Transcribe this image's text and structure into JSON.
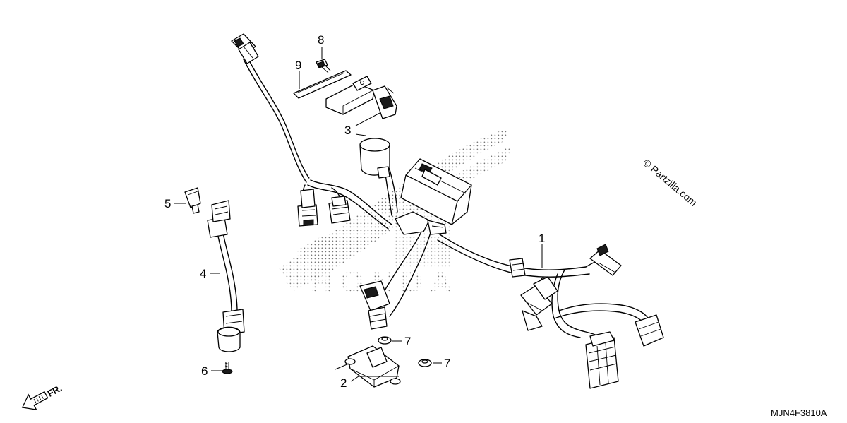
{
  "diagram": {
    "callouts": [
      {
        "id": "1",
        "label": "1"
      },
      {
        "id": "2",
        "label": "2"
      },
      {
        "id": "3",
        "label": "3"
      },
      {
        "id": "4",
        "label": "4"
      },
      {
        "id": "5",
        "label": "5"
      },
      {
        "id": "6",
        "label": "6"
      },
      {
        "id": "7a",
        "label": "7"
      },
      {
        "id": "7b",
        "label": "7"
      },
      {
        "id": "8",
        "label": "8"
      },
      {
        "id": "9",
        "label": "9"
      }
    ],
    "diagram_code": "MJN4F3810A",
    "copyright": "© Partzilla.com",
    "direction_label": "FR.",
    "watermark_text": "HONDA"
  }
}
